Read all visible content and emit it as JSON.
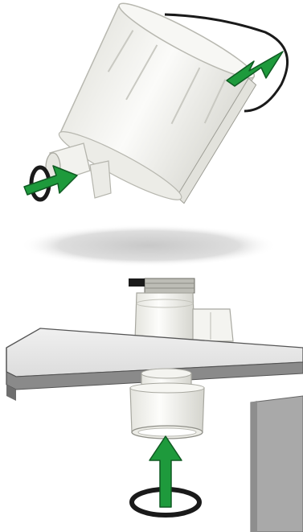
{
  "figure": {
    "panels": [
      {
        "id": "top",
        "parts": [
          "container-body",
          "drain-spout",
          "gasket-rim",
          "o-ring-small",
          "arrow-rim",
          "arrow-spout"
        ]
      },
      {
        "id": "bottom",
        "parts": [
          "countertop",
          "cabinet-side",
          "upper-fitting",
          "lower-fitting",
          "o-ring-bottom",
          "arrow-up"
        ]
      }
    ],
    "colors": {
      "arrow_green": "#1e9a3c",
      "arrow_outline": "#0f5a22",
      "part_white": "#f3f3ef",
      "part_shade": "#d9d9d2",
      "oring_black": "#1a1a1a",
      "counter_top": "#e8e8e8",
      "counter_edge": "#6e6e6e",
      "cabinet_grey": "#a9a9a9",
      "shadow_grey": "#cfcfcf"
    }
  }
}
